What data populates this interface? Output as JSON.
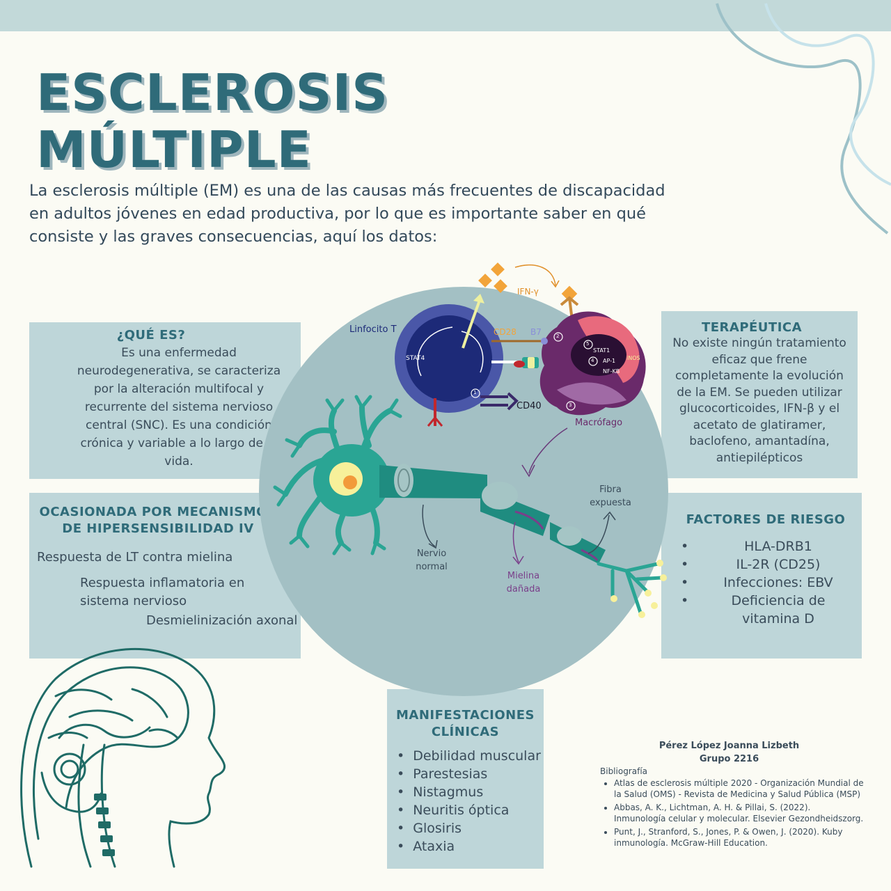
{
  "title": {
    "line1": "ESCLEROSIS",
    "line2": "MÚLTIPLE"
  },
  "intro": "La esclerosis múltiple (EM) es una de las causas más frecuentes de discapacidad en adultos jóvenes en edad productiva, por lo que es importante saber en qué consiste y las graves consecuencias, aquí los datos:",
  "que_es": {
    "heading": "¿QUÉ ES?",
    "text": "Es una enfermedad neurodegenerativa, se caracteriza por la alteración multifocal y recurrente del sistema nervioso central (SNC). Es una condición crónica y variable a lo largo de la vida."
  },
  "ocasionada": {
    "heading": "OCASIONADA POR MECANISMOS DE HIPERSENSIBILIDAD IV",
    "items": [
      "Respuesta de LT contra mielina",
      "Respuesta inflamatoria en",
      "sistema nervioso",
      "Desmielinización axonal"
    ]
  },
  "terapeutica": {
    "heading": "TERAPÉUTICA",
    "text": "No existe ningún tratamiento eficaz que frene completamente la evolución de la EM. Se pueden utilizar glucocorticoides, IFN-β y el acetato de glatiramer, baclofeno, amantadína, antiepilépticos"
  },
  "factores": {
    "heading": "FACTORES DE RIESGO",
    "items": [
      "HLA-DRB1",
      "IL-2R (CD25)",
      "Infecciones: EBV",
      "Deficiencia de vitamina D"
    ]
  },
  "manifestaciones": {
    "heading": "MANIFESTACIONES CLÍNICAS",
    "items": [
      "Debilidad muscular",
      "Parestesias",
      "Nistagmus",
      "Neuritis óptica",
      "Glosiris",
      "Ataxia"
    ]
  },
  "diagram": {
    "linfocito": "Linfocito T",
    "stat4": "STAT4",
    "cd28": "CD28",
    "b7": "B7",
    "cd40": "CD40",
    "ifn": "IFN-γ",
    "macrofago": "Macrófago",
    "stat1": "STAT1",
    "ap1": "AP-1",
    "nfkb": "NF-KB",
    "inos": "iNOS",
    "step1": "1",
    "step2": "2",
    "step3": "3",
    "step4": "4",
    "step5": "5",
    "fibra": "Fibra expuesta",
    "nervio": "Nervio normal",
    "mielina": "Mielina dañada"
  },
  "author": {
    "name": "Pérez López Joanna Lizbeth",
    "group": "Grupo 2216"
  },
  "bibliography": {
    "heading": "Bibliografía",
    "items": [
      "Atlas de esclerosis múltiple 2020 - Organización Mundial de la Salud (OMS) - Revista de Medicina y Salud Pública (MSP)",
      "Abbas, A. K., Lichtman, A. H. & Pillai, S. (2022). Inmunología celular y molecular. Elsevier Gezondheidszorg.",
      "Punt, J., Stranford, S., Jones, P. & Owen, J. (2020). Kuby inmunología. McGraw-Hill Education."
    ]
  },
  "colors": {
    "background": "#fbfbf4",
    "panel": "#bed6d9",
    "heading": "#2f6b79",
    "circle": "#a3c0c4",
    "neuron": "#2aa594",
    "lymphocyte": "#1d2a78",
    "macrophage": "#6a2a6a"
  }
}
